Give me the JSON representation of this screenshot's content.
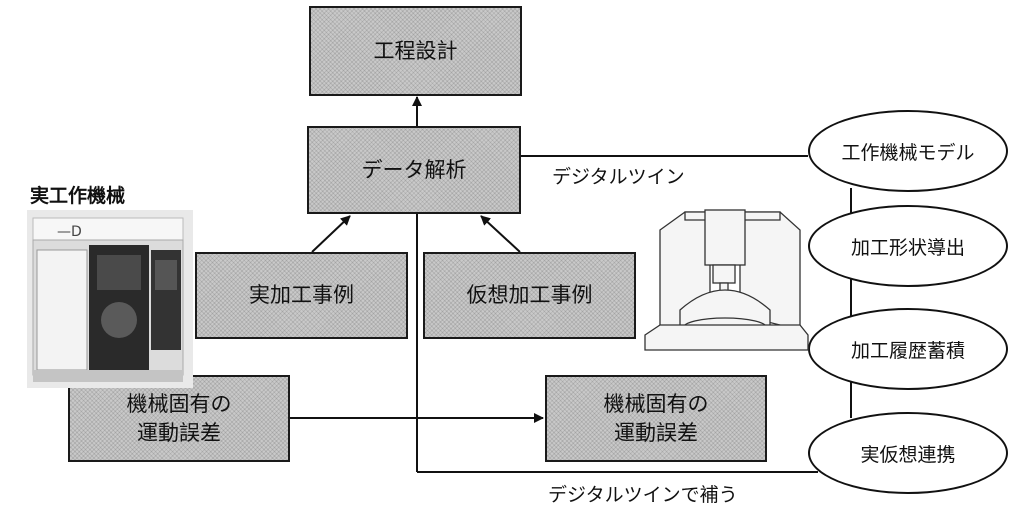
{
  "boxes": {
    "process_design": "工程設計",
    "data_analysis": "データ解析",
    "real_cases": "実加工事例",
    "virtual_cases": "仮想加工事例",
    "error_left": [
      "機械固有の",
      "運動誤差"
    ],
    "error_right": [
      "機械固有の",
      "運動誤差"
    ]
  },
  "ellipses": [
    "工作機械モデル",
    "加工形状導出",
    "加工履歴蓄積",
    "実仮想連携"
  ],
  "labels": {
    "digital_twin": "デジタルツイン",
    "digital_twin_complement": "デジタルツインで補う",
    "real_machine": "実工作機械"
  },
  "icons": {
    "photo": "machine-tool-photo-icon",
    "model": "machine-tool-3d-model-icon"
  }
}
